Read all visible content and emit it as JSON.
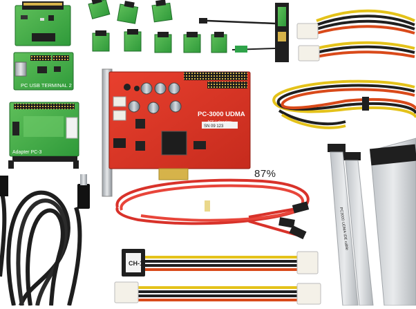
{
  "overlay": {
    "zoom": "87%"
  },
  "pcb": {
    "main_card": "PC-3000 UDMA",
    "main_card_sub": "ACE Laboratory",
    "usb_terminal": "PC USB TERMINAL 2",
    "adapter": "Adapter PC-3",
    "sticker": "SN 09 123"
  },
  "cables": {
    "molex_tag": "CH-1",
    "ribbon_text": "PC3000 UDMA IDE cable"
  }
}
